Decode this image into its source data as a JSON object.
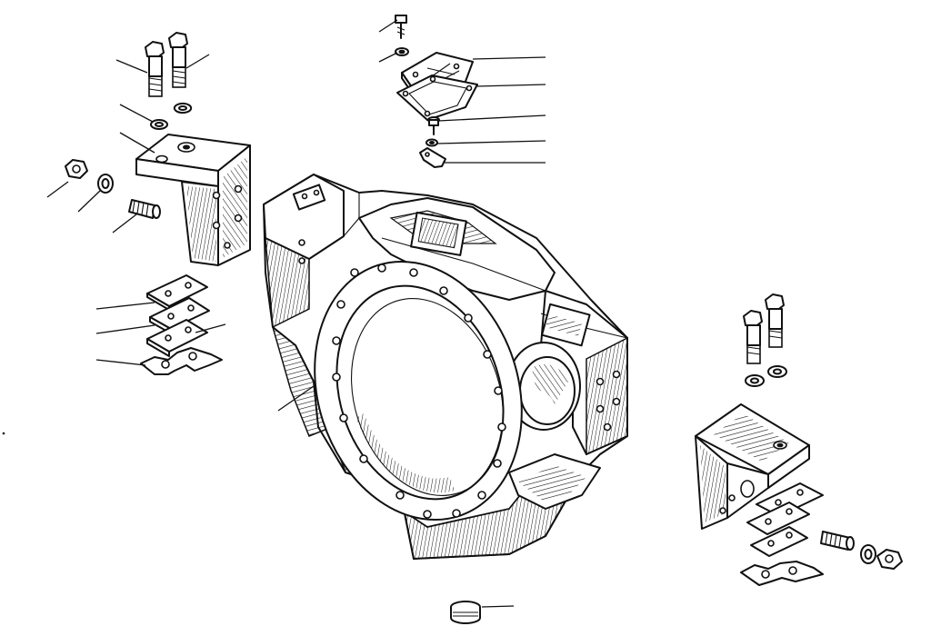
{
  "diagram": {
    "type": "exploded-parts-drawing",
    "labels": [],
    "colors": {
      "ink": "#111111",
      "paper": "#ffffff"
    },
    "parts": [
      "main-housing",
      "top-cover-plate",
      "cover-gasket",
      "left-mounting-bracket",
      "right-mounting-bracket",
      "shim-plates",
      "plug"
    ]
  }
}
